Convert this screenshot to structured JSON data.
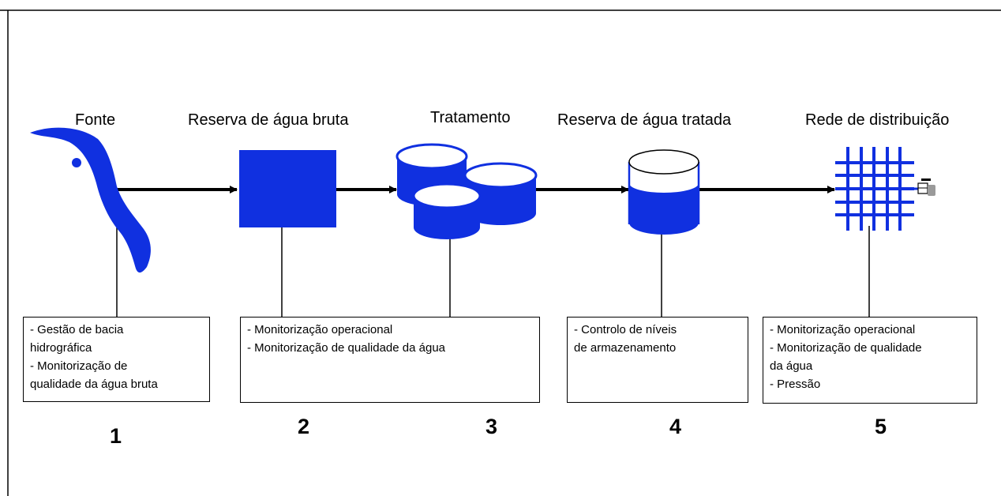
{
  "stages": [
    {
      "title": "Fonte",
      "number": "1",
      "notes": [
        "- Gestão de bacia",
        "hidrográfica",
        "- Monitorização de",
        "qualidade da água bruta"
      ]
    },
    {
      "title": "Reserva de água bruta",
      "number": "2",
      "notes": [
        "- Monitorização operacional",
        "- Monitorização de qualidade da água"
      ]
    },
    {
      "title": "Tratamento",
      "number": "3"
    },
    {
      "title": "Reserva de água tratada",
      "number": "4",
      "notes": [
        "- Controlo de níveis",
        "de armazenamento"
      ]
    },
    {
      "title": "Rede de distribuição",
      "number": "5",
      "notes": [
        "- Monitorização operacional",
        "- Monitorização de qualidade",
        "da água",
        "- Pressão"
      ]
    }
  ],
  "colors": {
    "accent": "#1030e0",
    "line": "#000000"
  },
  "icons": [
    "river-icon",
    "raw-reservoir-icon",
    "treatment-tanks-icon",
    "treated-reservoir-icon",
    "distribution-grid-icon",
    "tap-icon"
  ]
}
